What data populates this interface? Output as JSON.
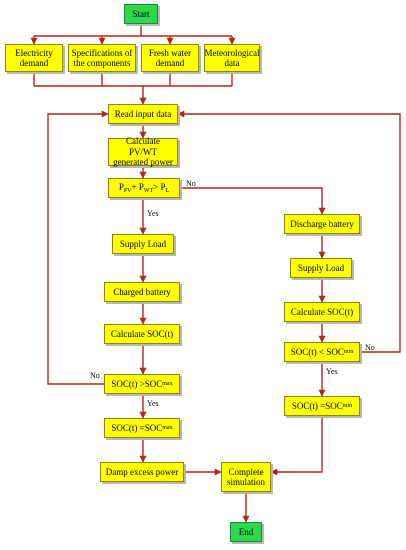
{
  "nodes": {
    "start": "Start",
    "electricity": "Electricity demand",
    "specifications": "Specifications of the components",
    "fresh_water": "Fresh water demand",
    "meteorological": "Meteorological data",
    "read_input": "Read input data",
    "calculate_power": "Calculate PV/WT generated power",
    "power_compare": {
      "a": "P",
      "a_sub": "PV",
      "b": " + P",
      "b_sub": "WT",
      "c": " > P",
      "c_sub": "L"
    },
    "supply_load_left": "Supply Load",
    "charged_battery": "Charged battery",
    "calc_soc_left": "Calculate SOC(t)",
    "soc_gt_max": {
      "a": "SOC(t) >SOC",
      "a_sub": "max"
    },
    "soc_eq_max": {
      "a": "SOC(t) =SOC",
      "a_sub": "max"
    },
    "damp_excess": "Damp excess power",
    "complete_sim": "Complete simulation",
    "end": "End",
    "discharge_battery": "Discharge battery",
    "supply_load_right": "Supply Load",
    "calc_soc_right": "Calculate SOC(t)",
    "soc_lt_min": {
      "a": "SOC(t) < SOC",
      "a_sub": "min"
    },
    "soc_eq_min": {
      "a": "SOC(t) =SOC",
      "a_sub": "min"
    }
  },
  "edge_labels": {
    "no_power": "No",
    "yes_power": "Yes",
    "no_soc_max": "No",
    "yes_soc_max": "Yes",
    "no_soc_min": "No",
    "yes_soc_min": "Yes"
  },
  "colors": {
    "node_fill": "#ffff00",
    "terminal_fill": "#2bd94a",
    "edge": "#b0281c"
  }
}
